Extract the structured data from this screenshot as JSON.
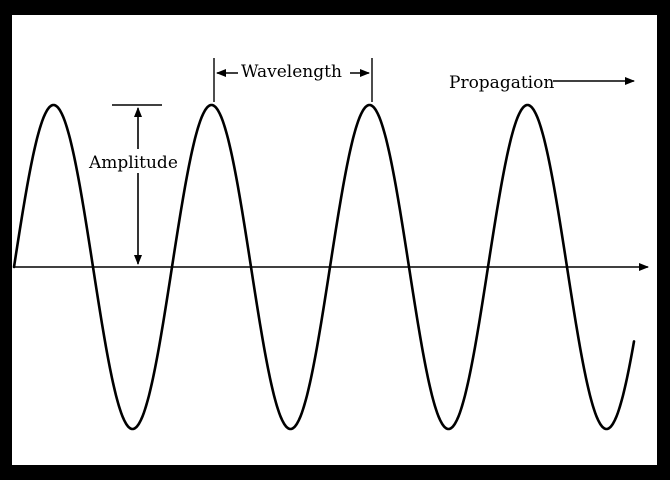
{
  "labels": {
    "wavelength": "Wavelength",
    "amplitude": "Amplitude",
    "propagation": "Propagation"
  },
  "colors": {
    "frame": "#000000",
    "background": "#ffffff",
    "stroke": "#000000"
  },
  "wave": {
    "cycles_shown": 4
  }
}
